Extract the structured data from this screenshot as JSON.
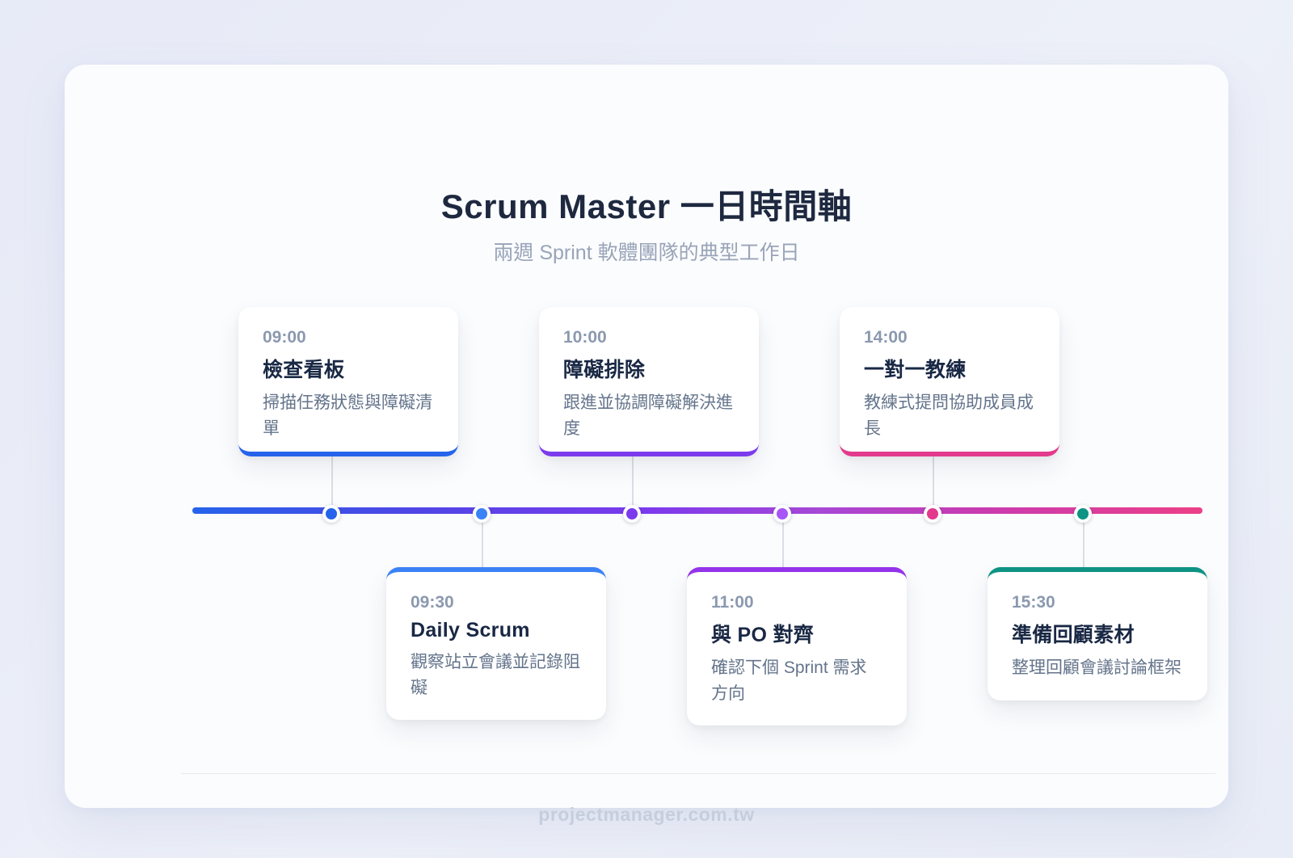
{
  "page": {
    "title": "Scrum Master 一日時間軸",
    "subtitle": "兩週 Sprint 軟體團隊的典型工作日",
    "footer": "projectmanager.com.tw"
  },
  "timeline": {
    "events": [
      {
        "time": "09:00",
        "title": "檢查看板",
        "desc": "掃描任務狀態與障礙清單",
        "accent": "#2563eb",
        "position": "above"
      },
      {
        "time": "09:30",
        "title": "Daily Scrum",
        "desc": "觀察站立會議並記錄阻礙",
        "accent": "#3b82f6",
        "position": "below"
      },
      {
        "time": "10:00",
        "title": "障礙排除",
        "desc": "跟進並協調障礙解決進度",
        "accent": "#7c3aed",
        "position": "above"
      },
      {
        "time": "11:00",
        "title": "與 PO 對齊",
        "desc": "確認下個 Sprint 需求方向",
        "accent": "#9333ea",
        "position": "below"
      },
      {
        "time": "14:00",
        "title": "一對一教練",
        "desc": "教練式提問協助成員成長",
        "accent": "#e23a8c",
        "position": "above"
      },
      {
        "time": "15:30",
        "title": "準備回顧素材",
        "desc": "整理回顧會議討論框架",
        "accent": "#0e9384",
        "position": "below"
      }
    ],
    "line_gradient": [
      "#2563eb",
      "#7c3aed",
      "#c93bb0",
      "#ec4088"
    ],
    "dot_colors": [
      "#2563eb",
      "#3b82f6",
      "#7c3aed",
      "#a855f7",
      "#e23a8c",
      "#0e9384"
    ]
  },
  "colors": {
    "background": "#e9ecf7",
    "canvas": "#fbfcfe",
    "title_text": "#1e2940",
    "subtitle_text": "#99a4b8",
    "time_text": "#8b99af",
    "card_title_text": "#192844",
    "desc_text": "#64748b",
    "connector": "#d9dee6",
    "footer_text": "#c6cedd"
  }
}
